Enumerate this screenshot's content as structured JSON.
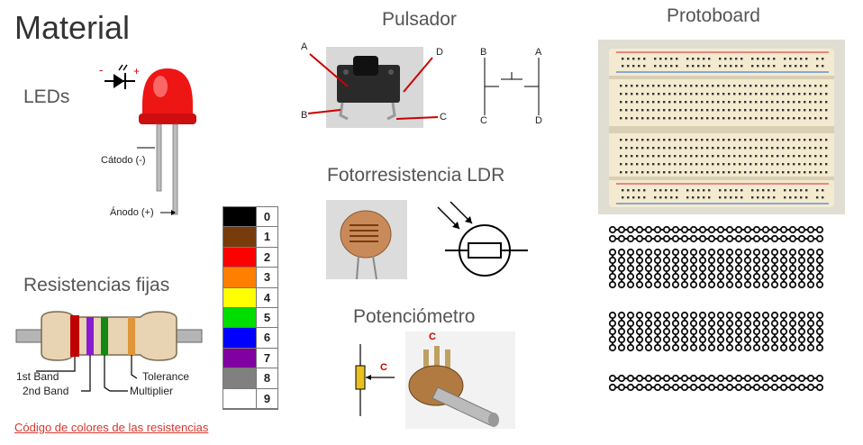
{
  "title": "Material",
  "sections": {
    "leds": "LEDs",
    "resistors": "Resistencias fijas",
    "button": "Pulsador",
    "ldr": "Fotorresistencia LDR",
    "pot": "Potenciómetro",
    "breadboard": "Protoboard"
  },
  "led": {
    "minus": "-",
    "plus": "+",
    "cathode": "Cátodo (-)",
    "anode": "Ánodo (+)"
  },
  "resistor_bands": {
    "band1": "1st Band",
    "band2": "2nd Band",
    "multiplier": "Multiplier",
    "tolerance": "Tolerance"
  },
  "color_code": [
    {
      "digit": "0",
      "color": "#000000"
    },
    {
      "digit": "1",
      "color": "#7a3b0c"
    },
    {
      "digit": "2",
      "color": "#ff0000"
    },
    {
      "digit": "3",
      "color": "#ff8000"
    },
    {
      "digit": "4",
      "color": "#ffff00"
    },
    {
      "digit": "5",
      "color": "#00dd00"
    },
    {
      "digit": "6",
      "color": "#0000ff"
    },
    {
      "digit": "7",
      "color": "#8000a0"
    },
    {
      "digit": "8",
      "color": "#808080"
    },
    {
      "digit": "9",
      "color": "#ffffff"
    }
  ],
  "button_pins": {
    "a": "A",
    "b": "B",
    "c": "C",
    "d": "D"
  },
  "pot_label": "C",
  "link_text": "Código de colores de las resistencias"
}
